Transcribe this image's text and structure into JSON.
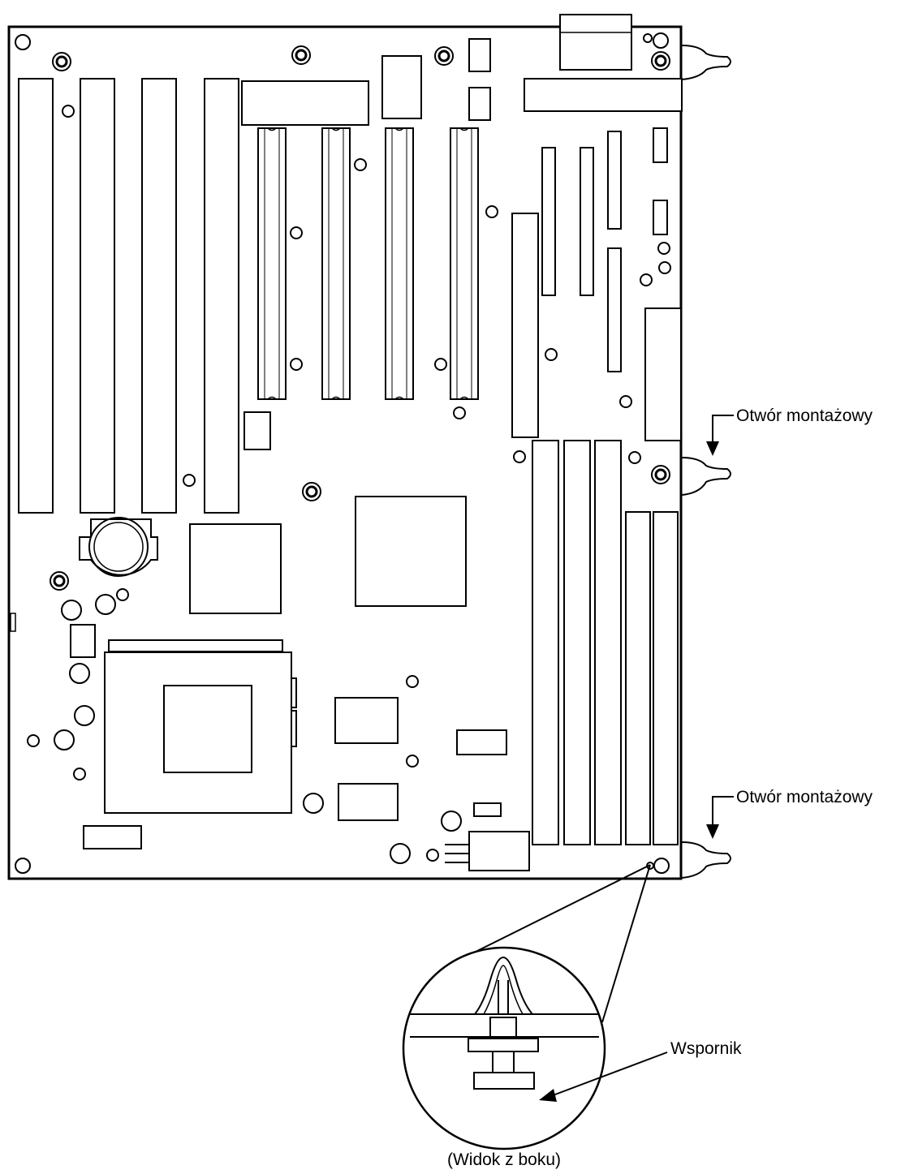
{
  "labels": {
    "mounting_hole_1": "Otwór montażowy",
    "mounting_hole_2": "Otwór montażowy",
    "support": "Wspornik",
    "side_view": "(Widok z boku)"
  },
  "colors": {
    "ink": "#000000",
    "paper": "#ffffff"
  }
}
